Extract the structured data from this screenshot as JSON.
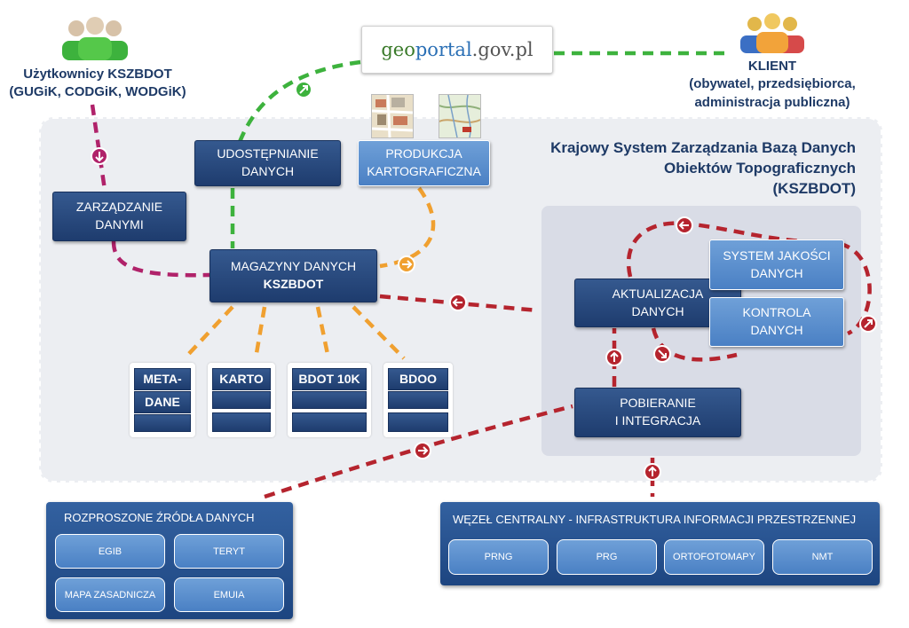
{
  "users_left": {
    "line1": "Użytkownicy KSZBDOT",
    "line2": "(GUGiK, CODGiK, WODGiK)"
  },
  "client": {
    "line1": "KLIENT",
    "line2": "(obywatel, przedsiębiorca,",
    "line3": "administracja publiczna)"
  },
  "geoportal": {
    "part1": "geo",
    "part2": "portal",
    "part3": ".gov.pl"
  },
  "system_title": {
    "line1": "Krajowy System Zarządzania Bazą Danych",
    "line2": "Obiektów Topograficznych",
    "line3": "(KSZBDOT)"
  },
  "boxes": {
    "udostepnianie": {
      "line1": "UDOSTĘPNIANIE",
      "line2": "DANYCH"
    },
    "produkcja": {
      "line1": "PRODUKCJA",
      "line2": "KARTOGRAFICZNA"
    },
    "zarzadzanie": {
      "line1": "ZARZĄDZANIE",
      "line2": "DANYMI"
    },
    "magazyny": {
      "line1": "MAGAZYNY DANYCH",
      "line2": "KSZBDOT"
    },
    "aktualizacja": {
      "line1": "AKTUALIZACJA",
      "line2": "DANYCH"
    },
    "system_jakosci": {
      "line1": "SYSTEM JAKOŚCI",
      "line2": "DANYCH"
    },
    "kontrola": {
      "line1": "KONTROLA",
      "line2": "DANYCH"
    },
    "pobieranie": {
      "line1": "POBIERANIE",
      "line2": "I INTEGRACJA"
    }
  },
  "stores": {
    "metadane_1": "META-",
    "metadane_2": "DANE",
    "karto": "KARTO",
    "bdot10k": "BDOT 10K",
    "bdoo": "BDOO"
  },
  "sources": {
    "title": "ROZPROSZONE ŹRÓDŁA DANYCH",
    "items": [
      "EGIB",
      "TERYT",
      "MAPA ZASADNICZA",
      "EMUIA"
    ]
  },
  "central_node": {
    "title": "WĘZEŁ CENTRALNY - INFRASTRUKTURA INFORMACJI PRZESTRZENNEJ",
    "items": [
      "PRNG",
      "PRG",
      "ORTOFOTOMAPY",
      "NMT"
    ]
  },
  "colors": {
    "flow_green": "#3db23d",
    "flow_orange": "#f0a030",
    "flow_red": "#b5242e",
    "flow_magenta": "#b0226a",
    "dark_box": "#1e3c6e",
    "light_box": "#4a80c4",
    "text_dark": "#1e3a66"
  },
  "icons": [
    "people-group-green-icon",
    "people-group-colored-icon",
    "arrow-circle-icon",
    "map-thumbnail-icon"
  ]
}
